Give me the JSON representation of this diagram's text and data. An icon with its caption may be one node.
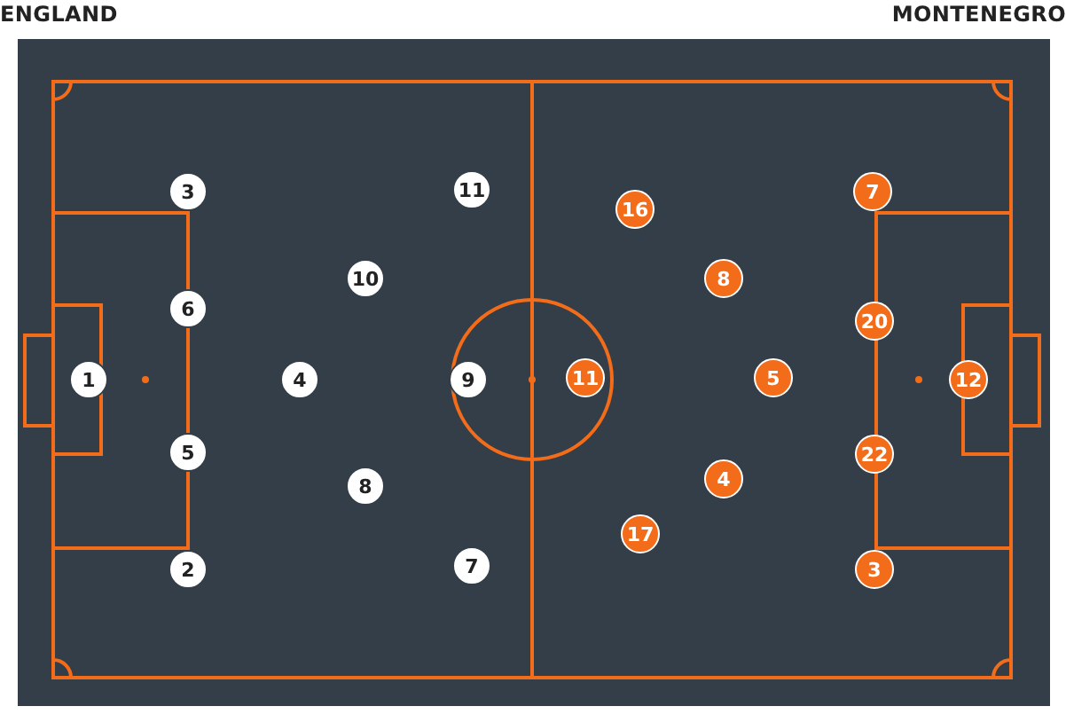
{
  "diagram": {
    "nodes": [
      {
        "text": [
          "1"
        ]
      },
      {
        "text": [
          "3"
        ]
      },
      {
        "text": [
          "6"
        ]
      },
      {
        "text": [
          "5"
        ]
      },
      {
        "text": [
          "2"
        ]
      },
      {
        "text": [
          "4"
        ]
      },
      {
        "text": [
          "10"
        ]
      },
      {
        "text": [
          "8"
        ]
      },
      {
        "text": [
          "11"
        ]
      },
      {
        "text": [
          "9"
        ]
      },
      {
        "text": [
          "7"
        ]
      },
      {
        "text": [
          "16"
        ]
      },
      {
        "text": [
          "8"
        ]
      },
      {
        "text": [
          "11"
        ]
      },
      {
        "text": [
          "5"
        ]
      },
      {
        "text": [
          "4"
        ]
      },
      {
        "text": [
          "17"
        ]
      },
      {
        "text": [
          "7"
        ]
      },
      {
        "text": [
          "20"
        ]
      },
      {
        "text": [
          "22"
        ]
      },
      {
        "text": [
          "3"
        ]
      },
      {
        "text": [
          "12"
        ]
      }
    ],
    "labels": [
      "ENGLAND",
      "MONTENEGRO"
    ]
  }
}
